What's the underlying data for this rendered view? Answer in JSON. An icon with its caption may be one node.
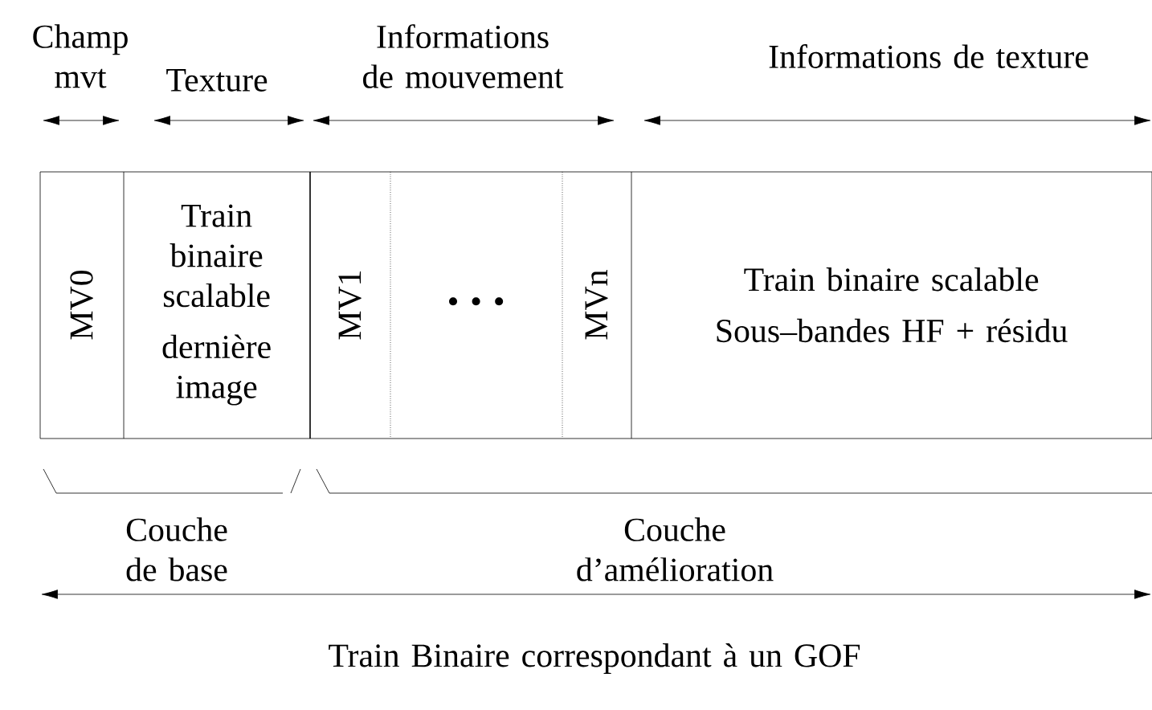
{
  "diagram": {
    "nodes": [
      {
        "text": [],
        "shape": "bar"
      },
      {
        "text": [
          "MV0"
        ],
        "in": 0
      },
      {
        "text": [
          "Train binaire scalable",
          "dernière image"
        ],
        "in": 0
      },
      {
        "text": [
          "MV1"
        ],
        "in": 0
      },
      {
        "text": [
          "• • •"
        ],
        "in": 0
      },
      {
        "text": [
          "MVn"
        ],
        "in": 0
      },
      {
        "text": [
          "Train binaire scalable",
          "Sous–bandes HF + résidu"
        ],
        "in": 0
      }
    ],
    "labels": [
      "Champ mvt",
      "Texture",
      "Informations de mouvement",
      "Informations de texture",
      "Couche de base",
      "Couche d’amélioration",
      "Train Binaire correspondant à un GOF"
    ]
  }
}
